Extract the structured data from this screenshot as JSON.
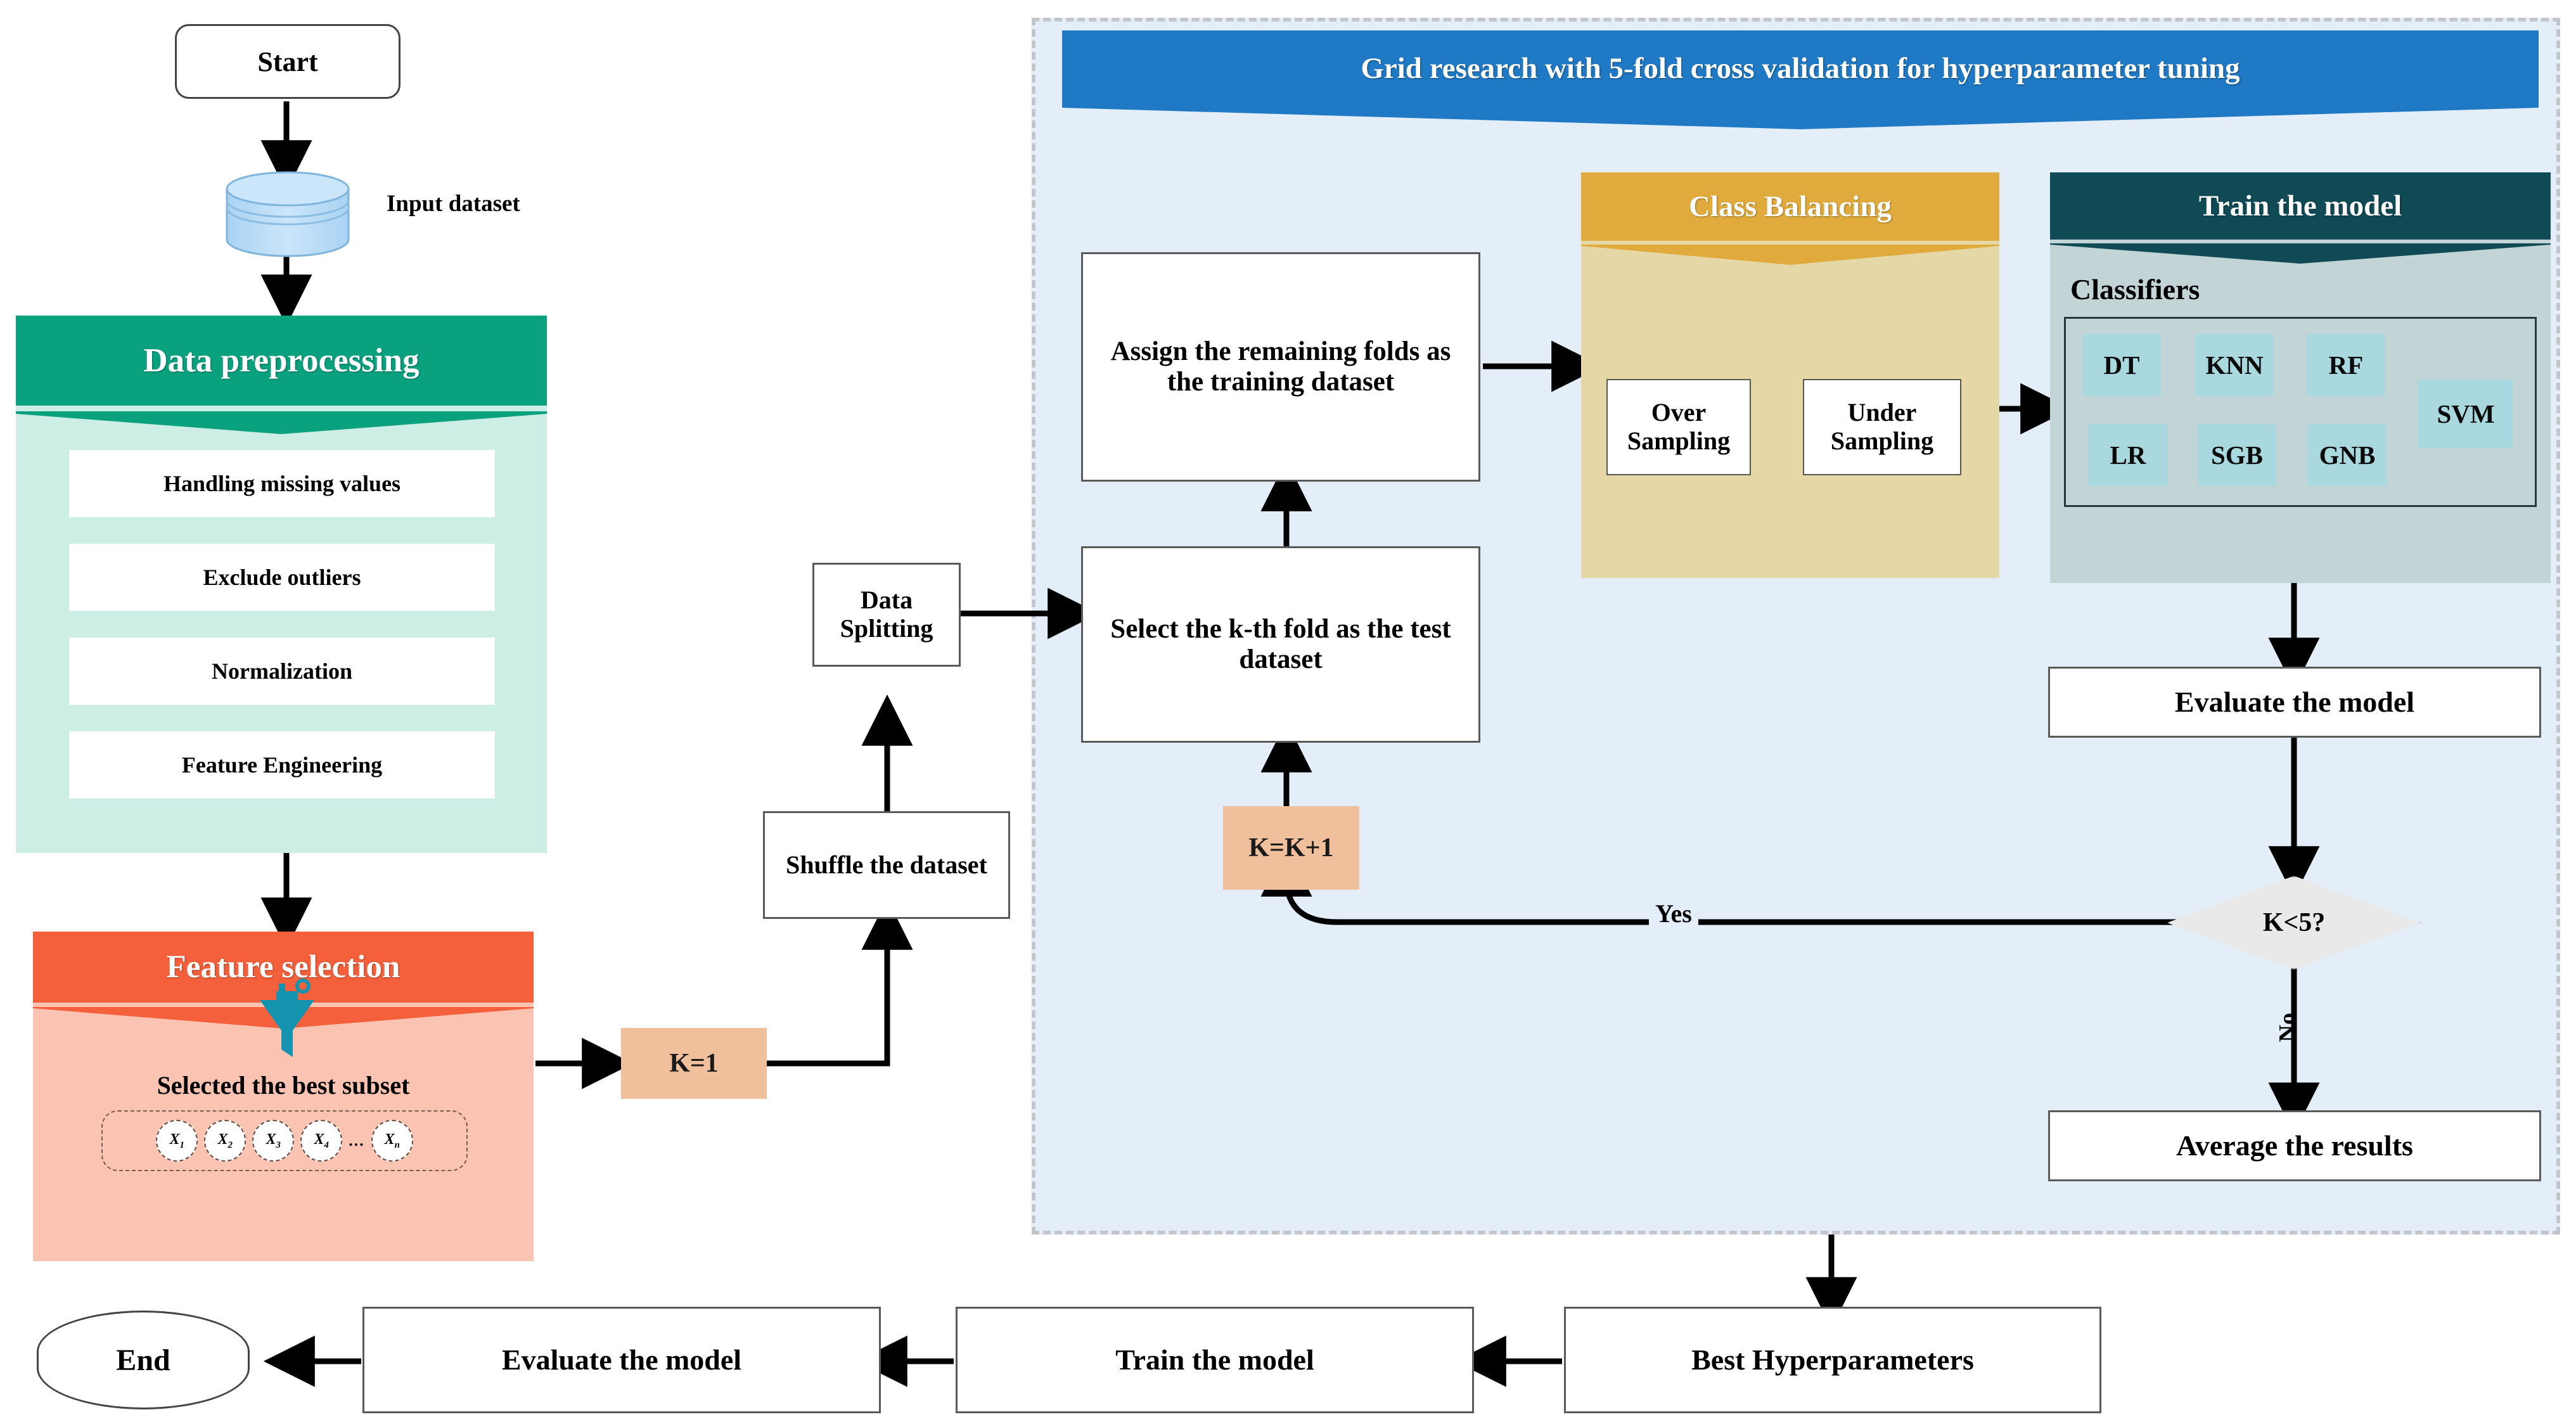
{
  "left_flow": {
    "start": "Start",
    "input_dataset_label": "Input dataset",
    "preprocessing": {
      "title": "Data preprocessing",
      "banner_color": "#0aa17f",
      "body_color": "#cdeee4",
      "items": [
        "Handling missing values",
        "Exclude outliers",
        "Normalization",
        "Feature Engineering"
      ]
    },
    "feature_selection": {
      "title": "Feature selection",
      "banner_color": "#f4603c",
      "body_color": "#fbc3b2",
      "subtitle": "Selected the best subset",
      "features": [
        "X1",
        "X2",
        "X3",
        "X4",
        "Xn"
      ],
      "ellipsis": "...",
      "icon": "funnel-icon"
    }
  },
  "middle": {
    "k_init": "K=1",
    "shuffle": "Shuffle the dataset",
    "data_splitting": "Data Splitting"
  },
  "grid": {
    "title": "Grid research with 5-fold cross validation for hyperparameter tuning",
    "banner_color": "#2079c4",
    "area_color": "#e3eef8",
    "select_fold": "Select the k-th fold as the test dataset",
    "assign_folds": "Assign the remaining folds as the training dataset",
    "k_increment": "K=K+1",
    "class_balancing": {
      "title": "Class Balancing",
      "banner_color": "#e0ab3c",
      "body_color": "#e6d8a6",
      "over": "Over Sampling",
      "under": "Under Sampling"
    },
    "train_model": {
      "title": "Train the model",
      "banner_color": "#0f4a55",
      "body_color": "#c2d4d6",
      "classifiers_label": "Classifiers",
      "classifiers": [
        "DT",
        "KNN",
        "RF",
        "LR",
        "SGB",
        "GNB",
        "SVM"
      ],
      "chip_color": "#a9d8df"
    },
    "evaluate_model": "Evaluate the model",
    "decision": "K<5?",
    "yes_label": "Yes",
    "no_label": "No",
    "average_results": "Average the results"
  },
  "bottom_flow": {
    "best_hyperparameters": "Best Hyperparameters",
    "train_model": "Train the model",
    "evaluate_model": "Evaluate the model",
    "end": "End"
  }
}
